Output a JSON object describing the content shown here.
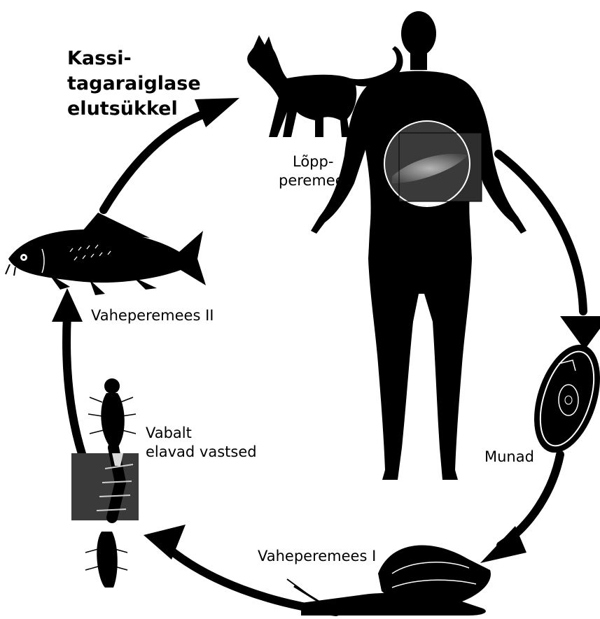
{
  "title": {
    "line1": "Kassi-",
    "line2": "tagaraiglase",
    "line3": "elutsükkel"
  },
  "labels": {
    "final_host_1": "Lõpp-",
    "final_host_2": "peremees",
    "eggs": "Munad",
    "intermediate_host_1": "Vaheperemees I",
    "intermediate_host_2": "Vaheperemees II",
    "larvae_1": "Vabalt",
    "larvae_2": "elavad vastsed"
  },
  "colors": {
    "ink": "#000000",
    "background": "#ffffff",
    "photo_bg": "#2a2a2a"
  }
}
